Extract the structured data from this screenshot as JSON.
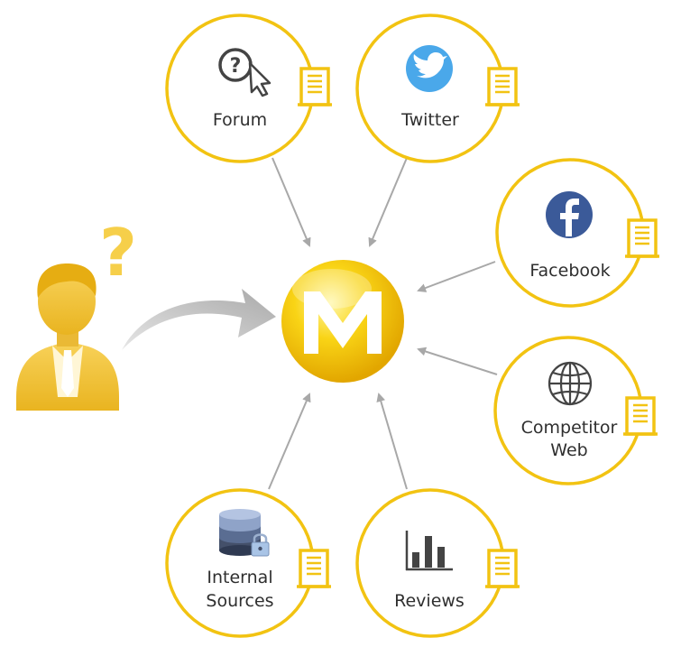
{
  "nodes": [
    {
      "key": "forum",
      "label": "Forum",
      "icon": "forum-help-icon"
    },
    {
      "key": "twitter",
      "label": "Twitter",
      "icon": "twitter-bird-icon"
    },
    {
      "key": "facebook",
      "label": "Facebook",
      "icon": "facebook-logo-icon"
    },
    {
      "key": "competitor",
      "label_line1": "Competitor",
      "label_line2": "Web",
      "icon": "globe-icon"
    },
    {
      "key": "internal",
      "label_line1": "Internal",
      "label_line2": "Sources",
      "icon": "database-lock-icon"
    },
    {
      "key": "reviews",
      "label": "Reviews",
      "icon": "bar-chart-icon"
    }
  ],
  "hub": {
    "icon": "m-logo-icon",
    "letter": "M"
  },
  "user": {
    "icon": "businessman-icon",
    "question_mark": "?"
  },
  "colors": {
    "circle_stroke": "#f2c312",
    "arrow": "#a8a8a8",
    "building": "#f2c312",
    "hub_yellow": "#f7cc0c",
    "twitter_blue": "#4aa8ea",
    "facebook_blue": "#3b5a99",
    "text": "#2f2f2f"
  }
}
